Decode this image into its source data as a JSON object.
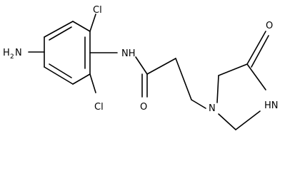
{
  "molecule": {
    "labels": {
      "h2n": "H",
      "h2n_sub": "2",
      "h2n_n": "N",
      "cl_top": "Cl",
      "cl_bottom": "Cl",
      "nh_amide": "NH",
      "o_carbonyl": "O",
      "o_ketone": "O",
      "n_ring": "N",
      "hn_ring": "HN"
    }
  }
}
